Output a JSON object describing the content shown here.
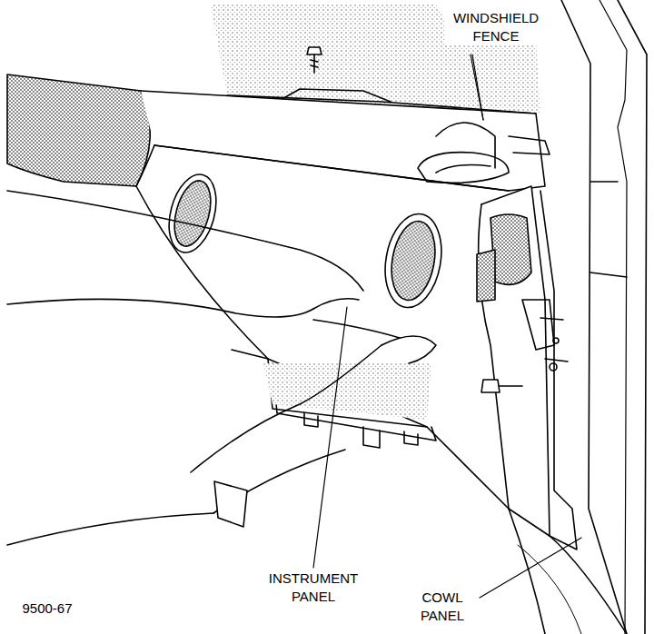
{
  "diagram": {
    "labels": [
      "WINDSHIELD FENCE",
      "INSTRUMENT PANEL",
      "COWL PANEL",
      "9500-67"
    ]
  }
}
